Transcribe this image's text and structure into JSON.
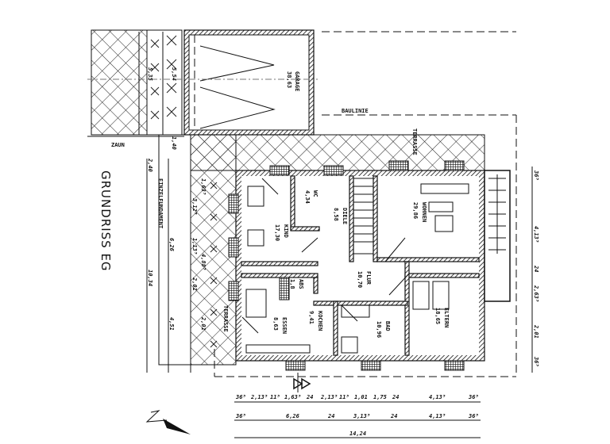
{
  "title": "GRUNDRISS EG",
  "labels": {
    "zaun": "ZAUN",
    "baulinie": "BAULINIE",
    "einzelfundament": "EINZELFUNDAMENT",
    "terrasse_top": "TERRASSE",
    "terrasse_left": "TERRASSE"
  },
  "rooms": [
    {
      "name": "GARAGE",
      "area": "38,63"
    },
    {
      "name": "WC",
      "area": "4,34"
    },
    {
      "name": "KIND",
      "area": "17,30"
    },
    {
      "name": "DIELE",
      "area": "8,58"
    },
    {
      "name": "WOHNEN",
      "area": "29,86"
    },
    {
      "name": "FLUR",
      "area": "10,70"
    },
    {
      "name": "ABS",
      "area": "1,8"
    },
    {
      "name": "ESSEN",
      "area": "8,63"
    },
    {
      "name": "KOCHEN",
      "area": "9,41"
    },
    {
      "name": "BAD",
      "area": "10,96"
    },
    {
      "name": "ELTERN",
      "area": "18,65"
    }
  ],
  "dimensions": {
    "bottom_row1": [
      "36⁵",
      "2,13⁵",
      "11⁵",
      "1,63⁵",
      "24",
      "2,13⁵",
      "11⁵",
      "1,01",
      "1,75",
      "24",
      "4,13⁵",
      "36⁵"
    ],
    "bottom_row2": [
      "36⁵",
      "6,26",
      "24",
      "3,13⁵",
      "24",
      "4,13⁵",
      "36⁵"
    ],
    "bottom_total": "14,24",
    "left": [
      "5,35",
      "5,54",
      "2,40",
      "1,40",
      "6,26",
      "10,34",
      "4,51",
      "3,12⁵",
      "1,13⁵",
      "2,01",
      "1,63⁵",
      "4,88⁵",
      "2,01"
    ],
    "right": [
      "36⁵",
      "4,13⁵",
      "24",
      "2,63⁵",
      "2,01",
      "36⁵"
    ]
  },
  "colors": {
    "ink": "#111111",
    "paper": "#ffffff"
  }
}
